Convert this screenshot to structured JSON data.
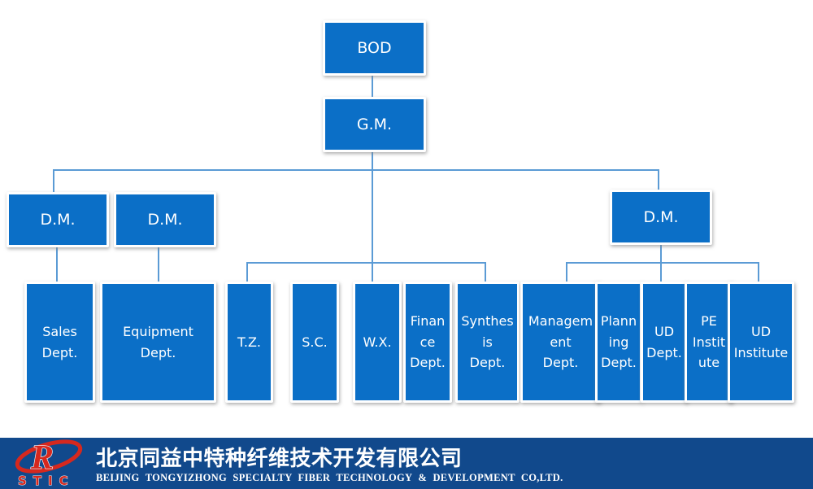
{
  "colors": {
    "node_fill": "#0b6fc7",
    "node_border": "#ffffff",
    "node_text": "#ffffff",
    "connector": "#5b9bd5",
    "footer_background": "#11498c",
    "logo_red": "#d6281e",
    "page_background": "#ffffff"
  },
  "org_chart": {
    "nodes": {
      "bod": {
        "label": "BOD"
      },
      "gm": {
        "label": "G.M."
      },
      "dm_left1": {
        "label": "D.M."
      },
      "dm_left2": {
        "label": "D.M."
      },
      "dm_right": {
        "label": "D.M."
      },
      "sales": {
        "label": "Sales\nDept."
      },
      "equipment": {
        "label": "Equipment\nDept."
      },
      "tz": {
        "label": "T.Z."
      },
      "sc": {
        "label": "S.C."
      },
      "wx": {
        "label": "W.X."
      },
      "finance": {
        "label": "Finance\nDept."
      },
      "synthesis": {
        "label": "Synthesis\nDept."
      },
      "management": {
        "label": "Management\nDept."
      },
      "planning": {
        "label": "Planning\nDept."
      },
      "ud_dept": {
        "label": "UD\nDept."
      },
      "pe_institute": {
        "label": "PE\nInstitute"
      },
      "ud_institute": {
        "label": "UD\nInstitute"
      }
    },
    "edges": [
      {
        "from": "bod",
        "to": "gm"
      },
      {
        "from": "gm",
        "to": "dm_left1"
      },
      {
        "from": "gm",
        "to": "dm_right"
      },
      {
        "from": "gm",
        "to": "tz"
      },
      {
        "from": "gm",
        "to": "wx"
      },
      {
        "from": "gm",
        "to": "synthesis"
      },
      {
        "from": "dm_left1",
        "to": "sales"
      },
      {
        "from": "dm_left2",
        "to": "equipment"
      },
      {
        "from": "dm_right",
        "to": "management"
      },
      {
        "from": "dm_right",
        "to": "ud_dept"
      },
      {
        "from": "dm_right",
        "to": "ud_institute"
      }
    ]
  },
  "footer": {
    "logo": {
      "letter": "R",
      "subtext": "STIC"
    },
    "company_cn": "北京同益中特种纤维技术开发有限公司",
    "company_en": "BEIJING TONGYIZHONG SPECIALTY FIBER TECHNOLOGY & DEVELOPMENT CO,LTD."
  }
}
